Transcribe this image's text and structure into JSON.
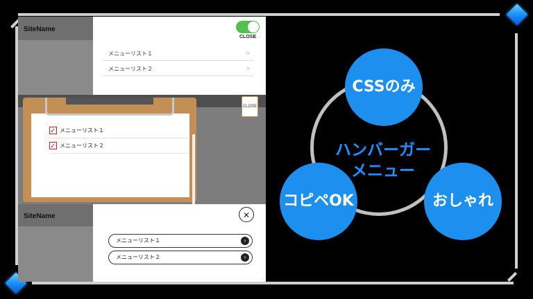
{
  "panel1": {
    "site_name": "SiteName",
    "close_label": "CLOSE",
    "items": [
      "メニューリスト１",
      "メニューリスト２"
    ]
  },
  "panel2": {
    "items": [
      "メニューリスト１",
      "メニューリスト２"
    ],
    "close_label": "CLOSE"
  },
  "panel3": {
    "site_name": "SiteName",
    "items": [
      "メニューリスト１",
      "メニューリスト２"
    ]
  },
  "diagram": {
    "top": "CSSのみ",
    "left": "コピペOK",
    "right": "おしゃれ",
    "center_line1": "ハンバーガー",
    "center_line2": "メニュー"
  },
  "colors": {
    "accent_blue": "#1d8fef",
    "center_text": "#1f8fff",
    "toggle_green": "#54bf4f",
    "clipboard": "#c48f55"
  }
}
